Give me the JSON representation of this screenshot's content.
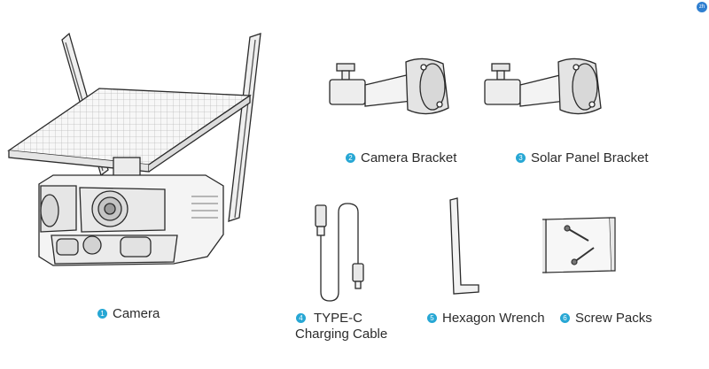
{
  "items": [
    {
      "num": "1",
      "label": "Camera"
    },
    {
      "num": "2",
      "label": "Camera Bracket"
    },
    {
      "num": "3",
      "label": "Solar Panel Bracket"
    },
    {
      "num": "4",
      "label_line1": "TYPE-C",
      "label_line2": "Charging Cable"
    },
    {
      "num": "5",
      "label": "Hexagon Wrench"
    },
    {
      "num": "6",
      "label": "Screw Packs"
    }
  ],
  "corner_badge": "zh",
  "colors": {
    "accent": "#27a7d4",
    "text": "#2b2b2b",
    "line": "#2a2a2a"
  }
}
